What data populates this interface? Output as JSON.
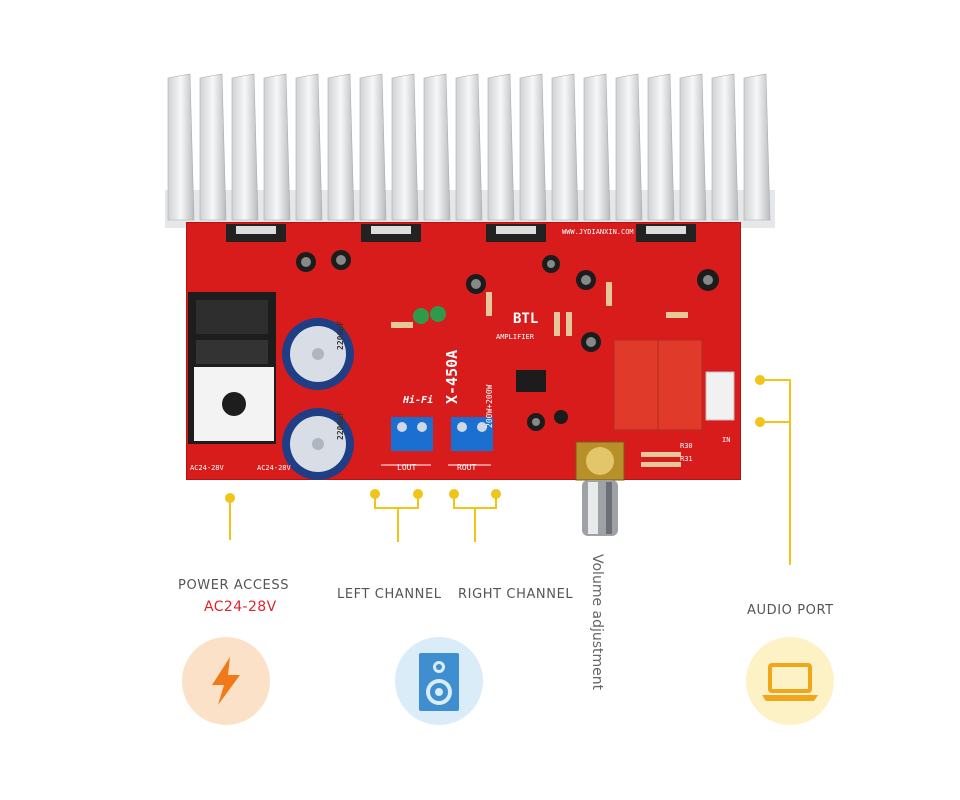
{
  "labels": {
    "power_access": "POWER ACCESS",
    "power_voltage": "AC24-28V",
    "left_channel": "LEFT CHANNEL",
    "right_channel": "RIGHT CHANNEL",
    "volume": "Volume adjustment",
    "audio_port": "AUDIO PORT"
  },
  "board_text": {
    "model": "X-450A",
    "hifi": "Hi-Fi",
    "btl": "BTL",
    "amplifier": "AMPLIFIER",
    "power_rating": "200W+200W",
    "url": "WWW.JYDIANXIN.COM",
    "lout": "LOUT",
    "rout": "ROUT",
    "ac_left": "AC24-28V",
    "ac_right": "AC24-28V",
    "cap_left": "2200μF",
    "cap_right": "2200μF",
    "in": "IN",
    "r30": "R30",
    "r31": "R31"
  },
  "colors": {
    "pcb": "#d81c1c",
    "accent": "#e0242a",
    "leader": "#f0c419",
    "power_circle": "#fbe1c8",
    "speaker_circle": "#d9ecf7",
    "audio_circle": "#fdf1c6"
  },
  "icons": {
    "power": "lightning-icon",
    "speaker": "speaker-icon",
    "audio": "laptop-icon"
  }
}
